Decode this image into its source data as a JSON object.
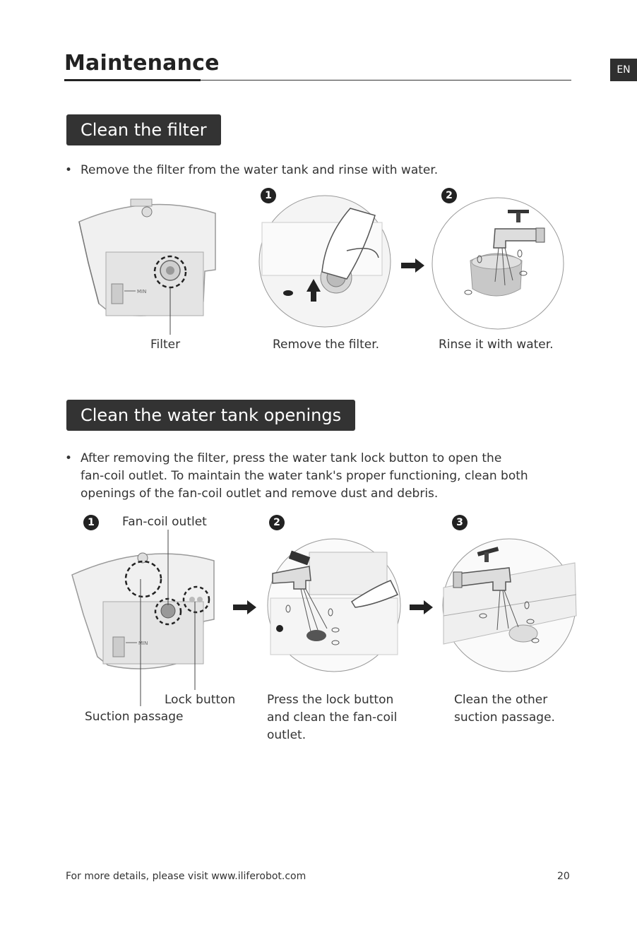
{
  "header": {
    "title": "Maintenance",
    "lang_badge": "EN"
  },
  "section1": {
    "title": "Clean the filter",
    "bullet": "Remove the filter from the water tank and rinse with water.",
    "steps": [
      {
        "number": "1",
        "caption": "Remove the filter."
      },
      {
        "number": "2",
        "caption": "Rinse it with water."
      }
    ],
    "label_filter": "Filter",
    "tank_min": "MIN"
  },
  "section2": {
    "title": "Clean the water tank openings",
    "bullet_lines": [
      "After removing the filter, press the water tank lock button to open the",
      "fan-coil outlet. To maintain the water tank's proper functioning, clean both",
      "openings of the fan-coil outlet and remove dust and debris."
    ],
    "steps": [
      {
        "number": "1",
        "label": "Fan-coil outlet"
      },
      {
        "number": "2",
        "caption_lines": [
          "Press the lock button",
          "and clean the fan-coil",
          "outlet."
        ]
      },
      {
        "number": "3",
        "caption_lines": [
          "Clean the other",
          "suction passage."
        ]
      }
    ],
    "label_lock": "Lock button",
    "label_suction": "Suction passage",
    "tank_min": "MIN"
  },
  "footer": {
    "text": "For more details, please visit www.iliferobot.com",
    "page_number": "20"
  }
}
